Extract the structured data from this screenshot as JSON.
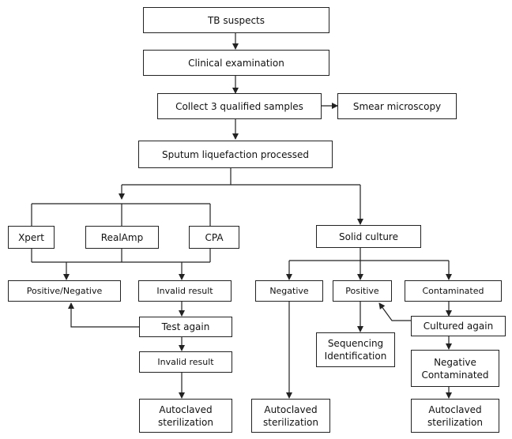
{
  "nodes": {
    "tb_suspects": "TB suspects",
    "clinical_examination": "Clinical examination",
    "collect_samples": "Collect 3 qualified samples",
    "smear_microscopy": "Smear microscopy",
    "sputum_liquefaction": "Sputum liquefaction processed",
    "xpert": "Xpert",
    "realamp": "RealAmp",
    "cpa": "CPA",
    "solid_culture": "Solid culture",
    "positive_negative": "Positive/Negative",
    "invalid_result_1": "Invalid result",
    "test_again": "Test again",
    "invalid_result_2": "Invalid result",
    "autoclaved_left": "Autoclaved\nsterilization",
    "negative": "Negative",
    "positive": "Positive",
    "contaminated": "Contaminated",
    "sequencing_identification": "Sequencing\nIdentification",
    "cultured_again": "Cultured again",
    "negative_contaminated": "Negative\nContaminated",
    "autoclaved_middle": "Autoclaved\nsterilization",
    "autoclaved_right": "Autoclaved\nsterilization"
  }
}
